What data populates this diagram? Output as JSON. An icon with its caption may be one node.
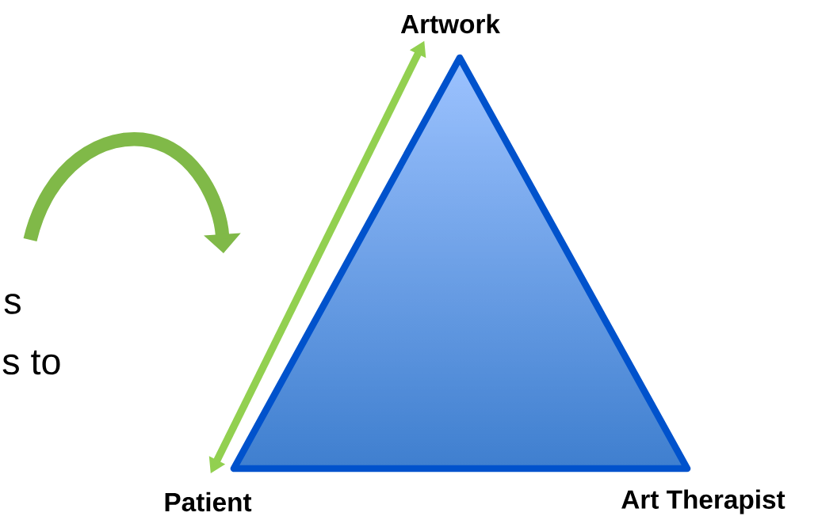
{
  "diagram": {
    "nodes": [
      {
        "text": [
          "Artwork"
        ]
      },
      {
        "text": [
          "Patient"
        ]
      },
      {
        "text": [
          "Art Therapist"
        ]
      }
    ],
    "edges": [
      {
        "from": 1,
        "to": 0,
        "arrow": "both",
        "color": "#92d050"
      }
    ],
    "labels": [
      "s",
      "s to"
    ]
  }
}
